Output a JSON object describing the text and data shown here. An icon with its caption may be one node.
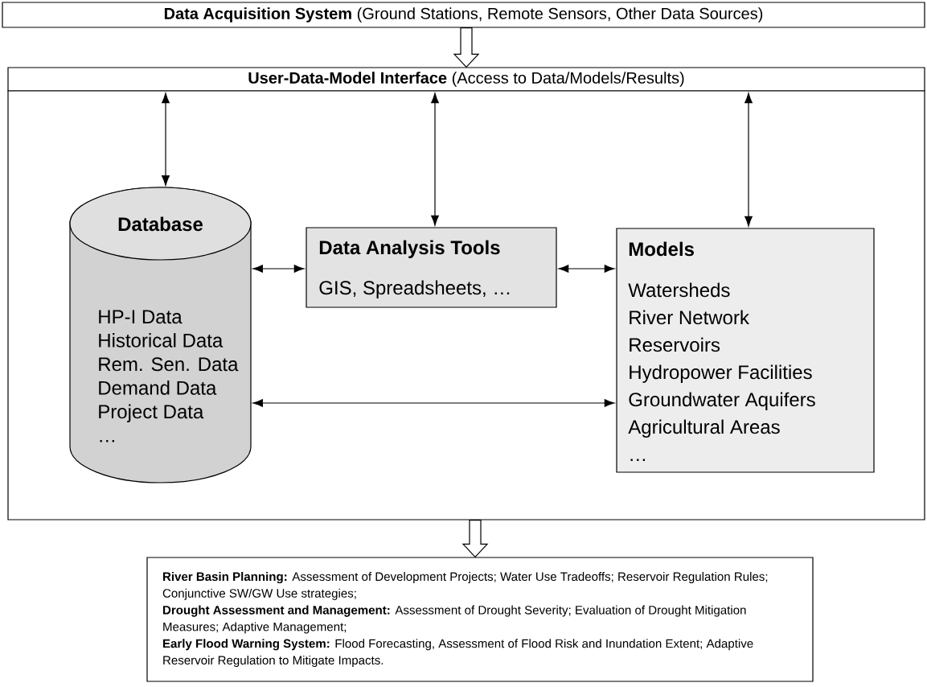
{
  "diagram": {
    "nodes": [
      {
        "text": [
          "**Data Acquisition System** (Ground Stations, Remote Sensors, Other Data Sources)"
        ]
      },
      {
        "text": [
          "**User-Data-Model Interface** (Access to Data/Models/Results)"
        ]
      },
      {
        "text": [],
        "shape": "box"
      },
      {
        "text": [
          "Database",
          "HP-I Data",
          "Historical Data",
          "Rem. Sen. Data",
          "Demand Data",
          "Project Data",
          "…"
        ],
        "in": 2
      },
      {
        "text": [
          "Data Analysis Tools",
          "GIS, Spreadsheets, …"
        ],
        "in": 2
      },
      {
        "text": [
          "Models",
          "Watersheds",
          "River Network",
          "Reservoirs",
          "Hydropower Facilities",
          "Groundwater Aquifers",
          "Agricultural Areas",
          "…"
        ],
        "in": 2
      },
      {
        "text": [
          "**River Basin Planning:** Assessment of Development Projects; Water Use Tradeoffs; Reservoir Regulation Rules; Conjunctive SW/GW Use strategies;",
          "**Drought Assessment and Management:** Assessment of Drought Severity; Evaluation of Drought Mitigation Measures; Adaptive Management;",
          "**Early Flood Warning System:** Flood Forecasting, Assessment of Flood Risk and Inundation Extent; Adaptive Reservoir Regulation to Mitigate Impacts."
        ]
      }
    ],
    "edges": [
      {
        "from": 0,
        "to": 1,
        "arrow": "to"
      },
      {
        "from": 1,
        "to": 3,
        "arrow": "both"
      },
      {
        "from": 1,
        "to": 4,
        "arrow": "both"
      },
      {
        "from": 1,
        "to": 5,
        "arrow": "both"
      },
      {
        "from": 3,
        "to": 4,
        "arrow": "both"
      },
      {
        "from": 4,
        "to": 5,
        "arrow": "both"
      },
      {
        "from": 3,
        "to": 5,
        "arrow": "both"
      },
      {
        "from": 2,
        "to": 6,
        "arrow": "to"
      }
    ]
  }
}
